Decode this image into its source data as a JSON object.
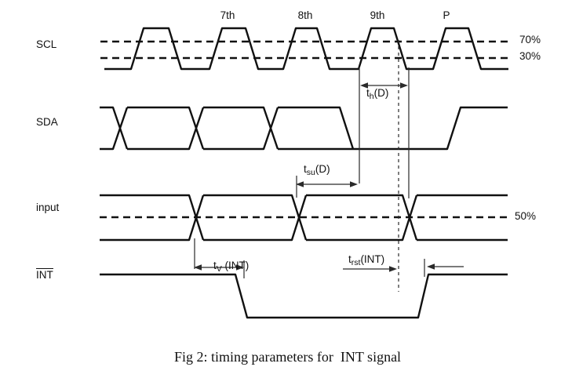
{
  "colors": {
    "background": "#ffffff",
    "waveform_line": "#111111",
    "annotation_line": "#2a2a2a",
    "text": "#111111"
  },
  "signal_labels": {
    "scl": "SCL",
    "sda": "SDA",
    "input": "input",
    "int": "INT"
  },
  "clock_pulse_labels": {
    "pulse7": "7th",
    "pulse8": "8th",
    "pulse9": "9th",
    "stop": "P"
  },
  "threshold_labels": {
    "scl_high": "70%",
    "scl_low": "30%",
    "input_mid": "50%"
  },
  "timing_parameters": {
    "data_hold": {
      "pre": "t",
      "sub": "h",
      "post": "(D)"
    },
    "data_setup": {
      "pre": "t",
      "sub": "su",
      "post": "(D)"
    },
    "int_valid": {
      "pre": "t",
      "sub": "V",
      "post": " (INT)"
    },
    "int_reset": {
      "pre": "t",
      "sub": "rst",
      "post": "(INT)"
    }
  },
  "caption": "Fig 2: timing parameters for  INT signal"
}
